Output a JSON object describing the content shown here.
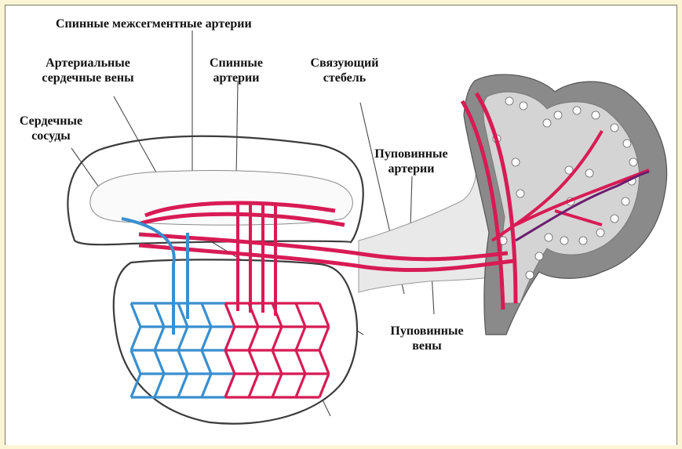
{
  "labels": {
    "intersegmental": "Спинные межсегментные артерии",
    "arterial_cardinal": [
      "Артериальные",
      "сердечные вены"
    ],
    "dorsal_arteries": [
      "Спинные",
      "артерии"
    ],
    "connecting_stalk": [
      "Связующий",
      "стебель"
    ],
    "cardiac_vessels": [
      "Сердечные",
      "сосуды"
    ],
    "umbilical_arteries": [
      "Пуповинные",
      "артерии"
    ],
    "umbilical_veins": [
      "Пуповинные",
      "вены"
    ]
  },
  "colors": {
    "artery": "#d81b55",
    "vein": "#3a8fcf",
    "placental_vessel": "#6a1e6e",
    "outline": "#3b3b3b",
    "villus_tissue": "#8a8a8a",
    "villus_core": "#d4d4d4"
  }
}
